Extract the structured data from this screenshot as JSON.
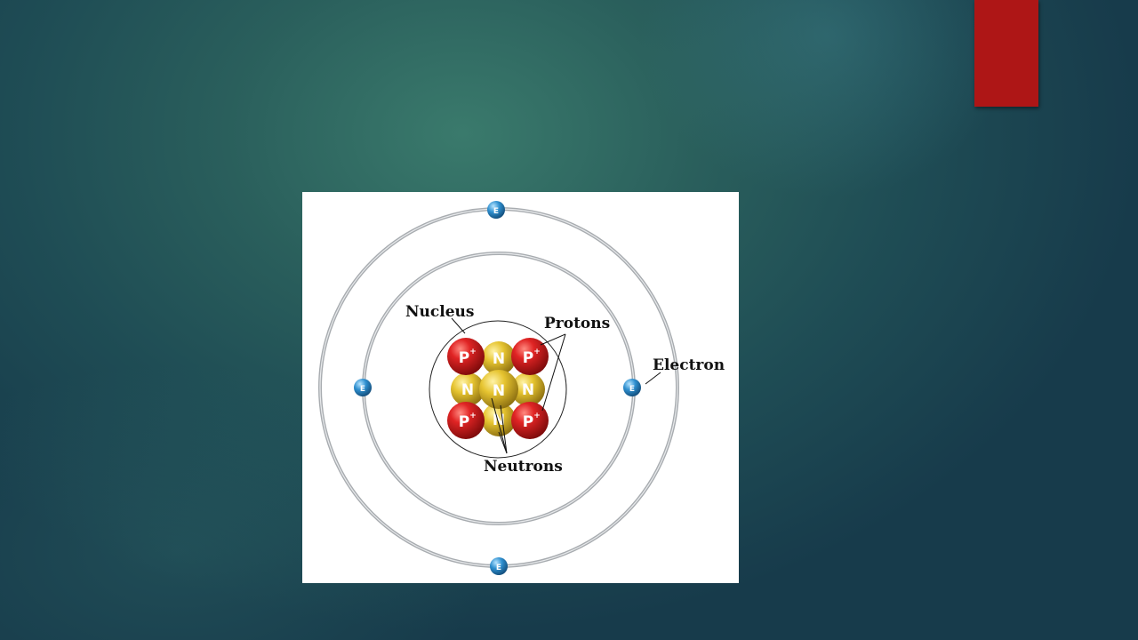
{
  "slide": {
    "accent_color": "#ae1616"
  },
  "diagram": {
    "labels": {
      "nucleus": "Nucleus",
      "protons": "Protons",
      "electron": "Electron",
      "neutrons": "Neutrons"
    },
    "particle_symbols": {
      "proton": "P",
      "proton_charge": "+",
      "neutron": "N",
      "electron": "E"
    },
    "colors": {
      "proton": "#d21c1c",
      "neutron": "#e2c02a",
      "electron": "#2e8fcf",
      "orbit": "#a8acb0"
    }
  }
}
